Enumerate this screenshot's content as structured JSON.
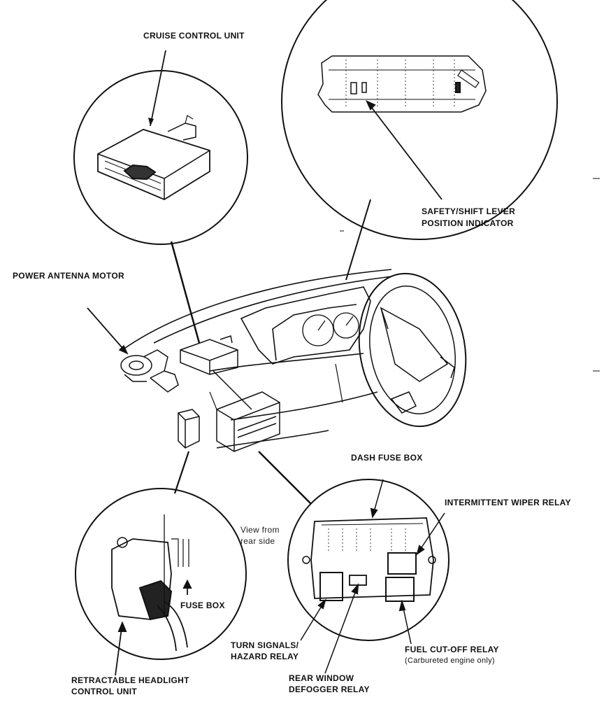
{
  "labels": {
    "cruise_control_unit": "CRUISE CONTROL UNIT",
    "safety_shift_1": "SAFETY/SHIFT LEVER",
    "safety_shift_2": "POSITION INDICATOR",
    "power_antenna_motor": "POWER ANTENNA MOTOR",
    "dash_fuse_box": "DASH FUSE BOX",
    "intermittent_wiper_relay": "INTERMITTENT WIPER RELAY",
    "view_from_1": "View from",
    "view_from_2": "rear side",
    "fuse_box": "FUSE BOX",
    "turn_signals_1": "TURN SIGNALS/",
    "turn_signals_2": "HAZARD RELAY",
    "fuel_cutoff_1": "FUEL CUT-OFF RELAY",
    "fuel_cutoff_2": "(Carbureted engine only)",
    "rear_window_1": "REAR WINDOW",
    "rear_window_2": "DEFOGGER RELAY",
    "retractable_1": "RETRACTABLE HEADLIGHT",
    "retractable_2": "CONTROL UNIT"
  }
}
